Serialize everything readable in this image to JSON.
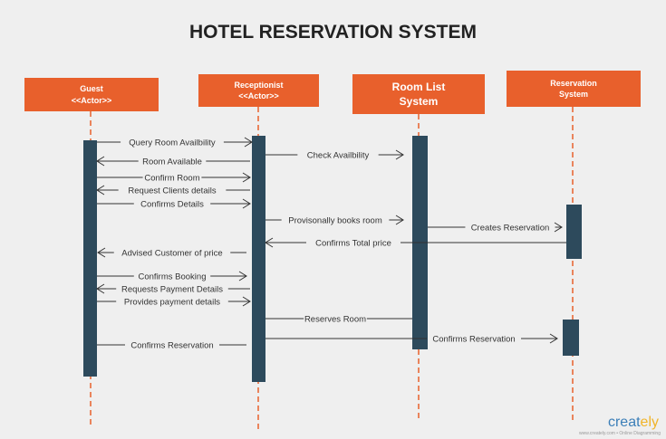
{
  "title": "HOTEL RESERVATION SYSTEM",
  "actors": [
    {
      "line1": "Guest",
      "line2": "<<Actor>>"
    },
    {
      "line1": "Receptionist",
      "line2": "<<Actor>>"
    },
    {
      "line1": "Room List",
      "line2": "System"
    },
    {
      "line1": "Reservation",
      "line2": "System"
    }
  ],
  "messages": [
    {
      "from": "Guest",
      "to": "Receptionist",
      "label": "Query Room Availbility"
    },
    {
      "from": "Receptionist",
      "to": "Guest",
      "label": "Room Available"
    },
    {
      "from": "Guest",
      "to": "Receptionist",
      "label": "Confirm Room"
    },
    {
      "from": "Receptionist",
      "to": "Guest",
      "label": "Request Clients details"
    },
    {
      "from": "Guest",
      "to": "Receptionist",
      "label": "Confirms Details"
    },
    {
      "from": "Receptionist",
      "to": "Room List System",
      "label": "Check Availbility"
    },
    {
      "from": "Receptionist",
      "to": "Room List System",
      "label": "Provisonally books room"
    },
    {
      "from": "Room List System",
      "to": "Reservation System",
      "label": "Creates Reservation"
    },
    {
      "from": "Reservation System",
      "to": "Receptionist",
      "label": "Confirms Total price"
    },
    {
      "from": "Receptionist",
      "to": "Guest",
      "label": "Advised Customer of price"
    },
    {
      "from": "Guest",
      "to": "Receptionist",
      "label": "Confirms Booking"
    },
    {
      "from": "Receptionist",
      "to": "Guest",
      "label": "Requests Payment Details"
    },
    {
      "from": "Guest",
      "to": "Receptionist",
      "label": "Provides payment details"
    },
    {
      "from": "Receptionist",
      "to": "Room List System",
      "label": "Reserves Room"
    },
    {
      "from": "Receptionist",
      "to": "Reservation System",
      "label": "Confirms Reservation"
    },
    {
      "from": "Receptionist",
      "to": "Guest",
      "label": "Confirms Reservation"
    }
  ],
  "logo": {
    "text": "creat",
    "accent": "ely"
  },
  "tagline": "www.creately.com • Online Diagramming",
  "colors": {
    "actor": "#e8602c",
    "activation": "#2d4a5c",
    "lifeline": "#e8602c"
  }
}
